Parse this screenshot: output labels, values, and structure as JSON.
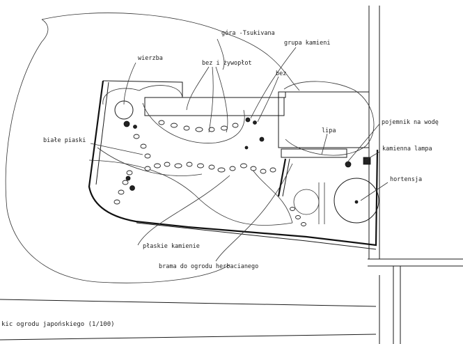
{
  "labels": {
    "gora": "góra -Tsukivana",
    "wierzba": "wierzba",
    "bez_zywoplot": "bez i żywopłot",
    "grupa_kamieni": "grupa kamieni",
    "bez": "bez",
    "biale_piaski": "białe piaski",
    "pojemnik": "pojemnik na wodę",
    "lipa": "lipa",
    "kamienna_lampa": "kamienna lampa",
    "hortensja": "hortensja",
    "plaskie_kamienie": "płaskie kamienie",
    "brama": "brama do ogrodu herbacianego"
  },
  "caption": "kic ogrodu japońskiego   (1/100)"
}
